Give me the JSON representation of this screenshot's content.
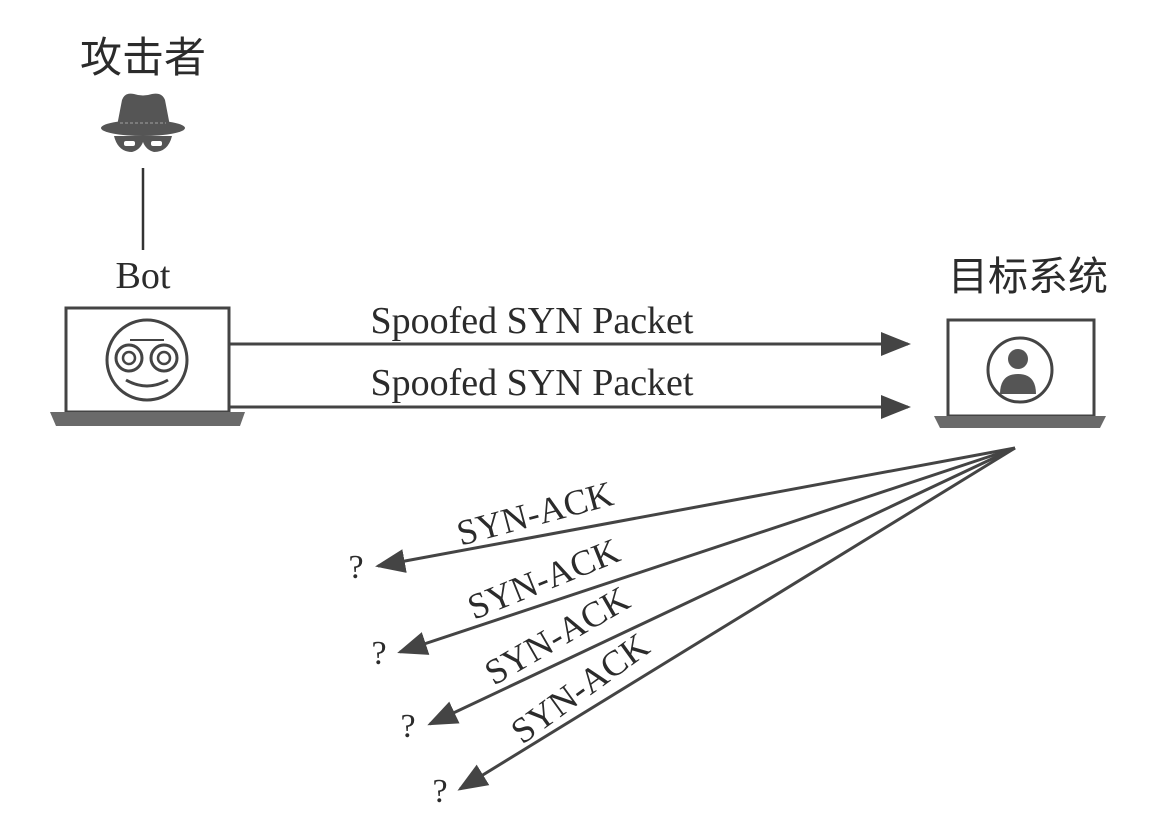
{
  "attacker": {
    "label": "攻击者",
    "icon": "spy-hat-icon"
  },
  "bot": {
    "label": "Bot",
    "icon": "bot-face-icon"
  },
  "target": {
    "label": "目标系统",
    "icon": "user-avatar-icon"
  },
  "syn_packets": [
    {
      "label": "Spoofed SYN Packet"
    },
    {
      "label": "Spoofed SYN Packet"
    }
  ],
  "syn_ack_responses": [
    {
      "label": "SYN-ACK",
      "destination": "?"
    },
    {
      "label": "SYN-ACK",
      "destination": "?"
    },
    {
      "label": "SYN-ACK",
      "destination": "?"
    },
    {
      "label": "SYN-ACK",
      "destination": "?"
    }
  ],
  "colors": {
    "ink": "#2b2b2b",
    "icon_fill": "#555555",
    "laptop_base": "#6a6a6a",
    "background": "#ffffff"
  }
}
